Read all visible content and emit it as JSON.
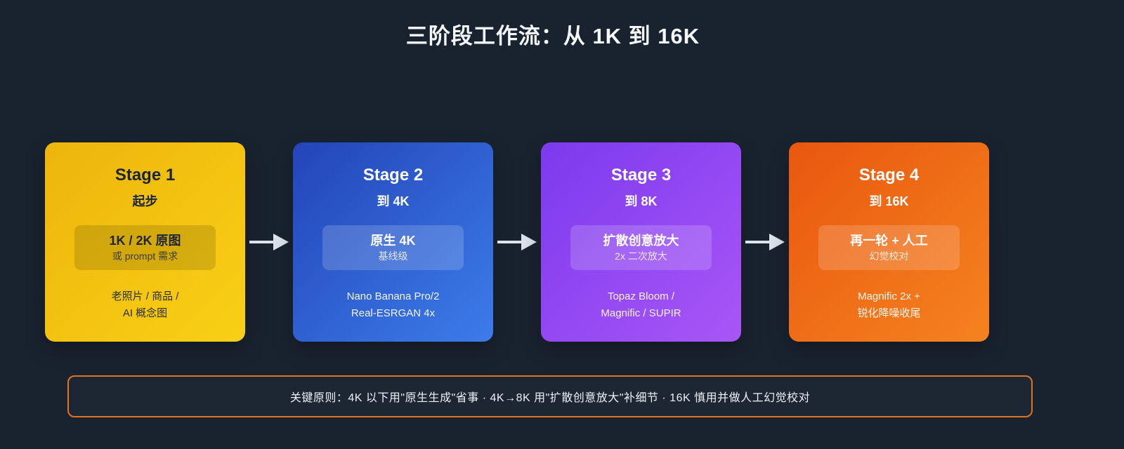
{
  "page": {
    "title": "三阶段工作流：从 1K 到 16K"
  },
  "colors": {
    "page-bg": "#192330",
    "title": "#f5f7fa",
    "arrow": "#dde3ec",
    "principle-border": "#e0731c",
    "principle-text": "#edf1f7"
  },
  "stages": [
    {
      "name": "Stage 1",
      "target": "起步",
      "method": "1K / 2K 原图",
      "method_note": "或 prompt 需求",
      "tools": [
        "老照片 / 商品 /",
        "AI 概念图"
      ],
      "gradient": [
        "#edb50b",
        "#f9d016"
      ],
      "text_theme": "dark"
    },
    {
      "name": "Stage 2",
      "target": "到 4K",
      "method": "原生 4K",
      "method_note": "基线级",
      "tools": [
        "Nano Banana Pro/2",
        "Real-ESRGAN 4x"
      ],
      "gradient": [
        "#2345b8",
        "#3c7cea"
      ],
      "text_theme": "light"
    },
    {
      "name": "Stage 3",
      "target": "到 8K",
      "method": "扩散创意放大",
      "method_note": "2x 二次放大",
      "tools": [
        "Topaz Bloom /",
        "Magnific / SUPIR"
      ],
      "gradient": [
        "#7c3aed",
        "#a956f7"
      ],
      "text_theme": "light"
    },
    {
      "name": "Stage 4",
      "target": "到 16K",
      "method": "再一轮 + 人工",
      "method_note": "幻觉校对",
      "tools": [
        "Magnific 2x +",
        "锐化降噪收尾"
      ],
      "gradient": [
        "#e9570f",
        "#f5831f"
      ],
      "text_theme": "light"
    }
  ],
  "principle": {
    "text": "关键原则：4K 以下用\"原生生成\"省事 · 4K→8K 用\"扩散创意放大\"补细节 · 16K 慎用并做人工幻觉校对"
  }
}
